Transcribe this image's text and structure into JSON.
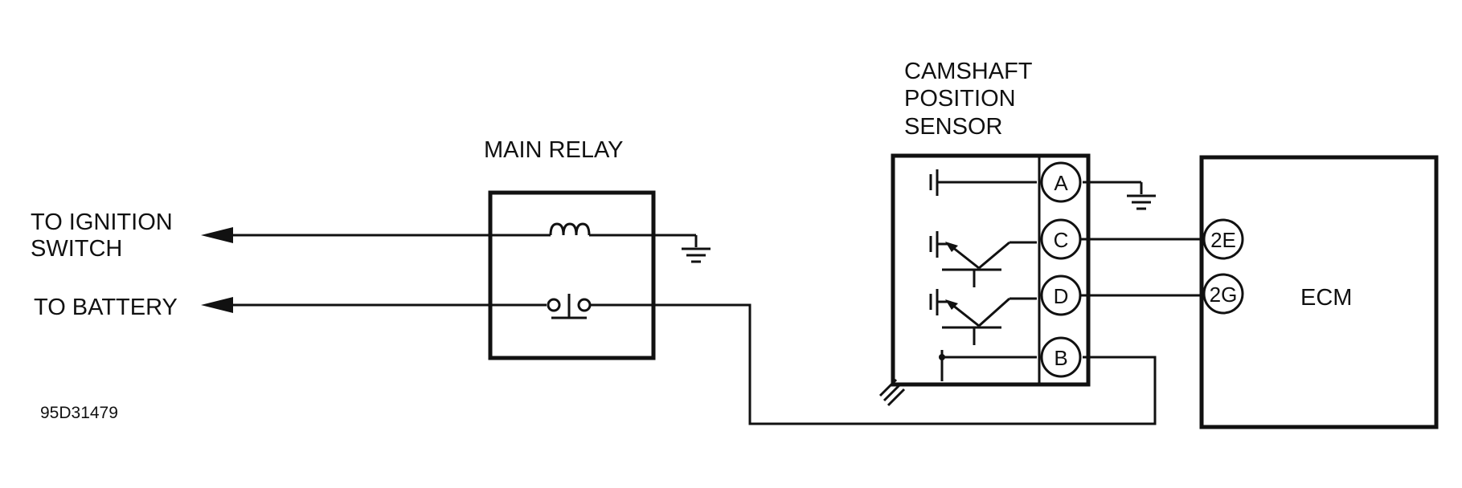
{
  "labels": {
    "ignition_line1": "TO IGNITION",
    "ignition_line2": "SWITCH",
    "battery": "TO BATTERY",
    "main_relay": "MAIN RELAY",
    "sensor_line1": "CAMSHAFT",
    "sensor_line2": "POSITION",
    "sensor_line3": "SENSOR",
    "ecm": "ECM",
    "figure_code": "95D31479"
  },
  "sensor_pins": [
    "A",
    "C",
    "D",
    "B"
  ],
  "ecm_pins": [
    "2E",
    "2G"
  ]
}
